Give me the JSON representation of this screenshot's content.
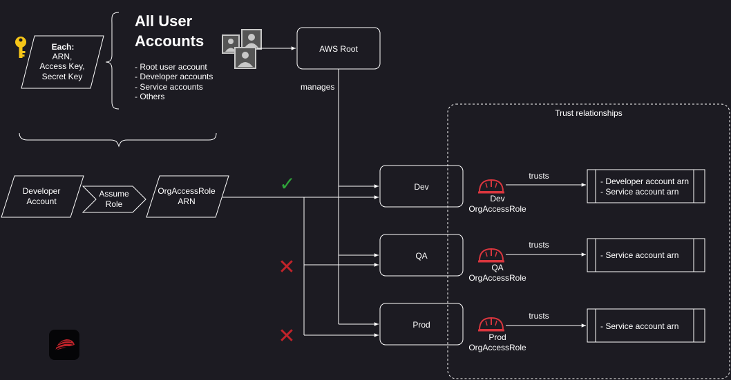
{
  "header": {
    "title_line1": "All User",
    "title_line2": "Accounts",
    "bullets": [
      "- Root user account",
      "- Developer accounts",
      "- Service accounts",
      "- Others"
    ]
  },
  "credentials": {
    "line1": "Each:",
    "line2": "ARN,",
    "line3": "Access Key,",
    "line4": "Secret Key"
  },
  "aws_root": {
    "label": "AWS Root"
  },
  "manages_label": "manages",
  "flow": {
    "developer_line1": "Developer",
    "developer_line2": "Account",
    "assume_line1": "Assume",
    "assume_line2": "Role",
    "role_line1": "OrgAccessRole",
    "role_line2": "ARN"
  },
  "status_marks": {
    "allowed": "✓",
    "denied": "✕"
  },
  "colors": {
    "background": "#1c1b22",
    "allowed": "#2fa53a",
    "denied": "#c0232a",
    "helmet": "#d9363e",
    "key": "#f5c518"
  },
  "trust": {
    "title": "Trust relationships",
    "trusts_label": "trusts",
    "accounts": [
      {
        "name": "Dev",
        "role_line1": "Dev",
        "role_line2": "OrgAccessRole",
        "arns": [
          "- Developer account arn",
          "- Service account arn"
        ]
      },
      {
        "name": "QA",
        "role_line1": "QA",
        "role_line2": "OrgAccessRole",
        "arns": [
          "- Service account arn"
        ]
      },
      {
        "name": "Prod",
        "role_line1": "Prod",
        "role_line2": "OrgAccessRole",
        "arns": [
          "- Service account arn"
        ]
      }
    ]
  },
  "icons": {
    "key": "key-icon",
    "users": "users-group-icon",
    "helmet": "helmet-icon",
    "logo": "cloud-logo-icon"
  }
}
